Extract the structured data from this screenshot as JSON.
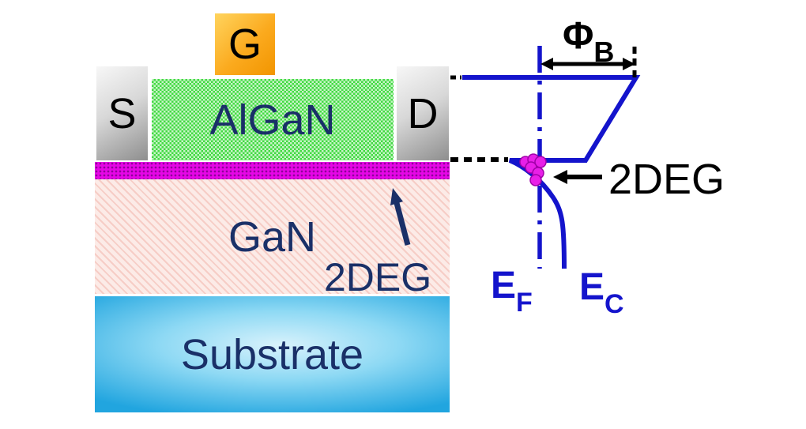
{
  "device": {
    "gate_label": "G",
    "source_label": "S",
    "drain_label": "D",
    "barrier_label": "AlGaN",
    "channel_label": "GaN",
    "channel_annotation": "2DEG",
    "substrate_label": "Substrate"
  },
  "band_diagram": {
    "barrier_symbol": "Φ",
    "barrier_sub": "B",
    "electron_gas_label": "2DEG",
    "fermi_symbol": "E",
    "fermi_sub": "F",
    "conduction_symbol": "E",
    "conduction_sub": "C"
  },
  "colors": {
    "gate_orange": "#FBAA1E",
    "contact_gray": "#B5B5B5",
    "algan_green": "#43DA43",
    "interface_magenta": "#E606E6",
    "gan_pink": "#F8DCD6",
    "substrate_cyan": "#29B2E5",
    "diagram_blue": "#1414CC",
    "label_navy": "#1A3068"
  }
}
